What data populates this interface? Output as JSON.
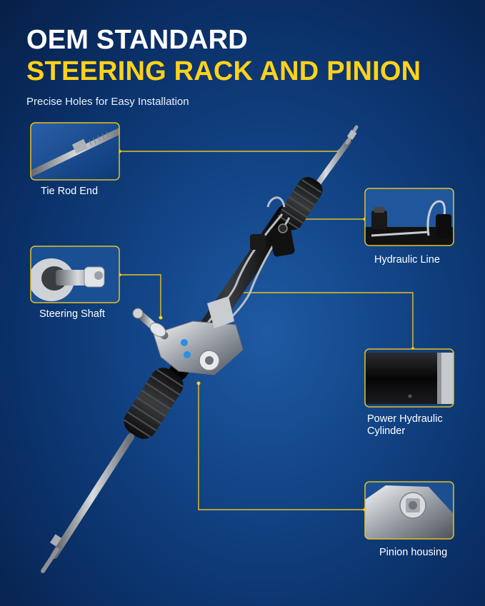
{
  "headline": {
    "line1": "OEM STANDARD",
    "line2": "STEERING RACK AND PINION",
    "subtitle": "Precise Holes for Easy Installation"
  },
  "callouts": {
    "tie_rod": "Tie Rod End",
    "steering_shaft": "Steering Shaft",
    "hydraulic_line": "Hydraulic Line",
    "power_cylinder_line1": "Power Hydraulic",
    "power_cylinder_line2": "Cylinder",
    "pinion_housing": "Pinion housing"
  },
  "colors": {
    "accent": "#ffd21a",
    "callout_border": "#e8c21e",
    "background": "#124486"
  }
}
